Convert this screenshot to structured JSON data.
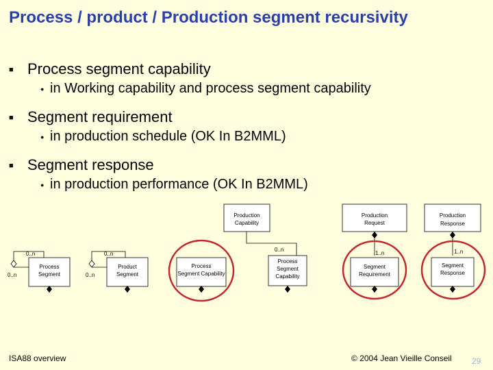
{
  "title": "Process / product / Production segment recursivity",
  "bullets": [
    {
      "text": "Process segment capability",
      "sub": "in Working capability and process segment capability"
    },
    {
      "text": "Segment requirement",
      "sub": "in production schedule (OK In B2MML)"
    },
    {
      "text": "Segment response",
      "sub": "in production performance (OK In B2MML)"
    }
  ],
  "diagram": {
    "top_boxes": [
      {
        "line1": "Production",
        "line2": "Capability"
      },
      {
        "line1": "Production",
        "line2": "Request"
      },
      {
        "line1": "Production",
        "line2": "Response"
      }
    ],
    "segments": [
      {
        "line1": "Process",
        "line2": "Segment"
      },
      {
        "line1": "Product",
        "line2": "Segment"
      },
      {
        "line1": "Process",
        "line2": "Segment Capability"
      },
      {
        "line1": "Process",
        "line2": "Segment",
        "line3": "Capability"
      },
      {
        "line1": "Segment",
        "line2": "Requirement"
      },
      {
        "line1": "Segment",
        "line2": "Response"
      }
    ],
    "multiplicities": {
      "process_segment_top": "0..n",
      "process_segment_side": "0..n",
      "product_segment_top": "0..n",
      "product_segment_side": "0..n",
      "capability_link": "0..n",
      "requirement_link": "1..n",
      "response_link": "1..n"
    },
    "highlight_color": "#C0282D"
  },
  "footer": {
    "left": "ISA88 overview",
    "right": "© 2004 Jean Vieille Conseil",
    "page": "29"
  }
}
